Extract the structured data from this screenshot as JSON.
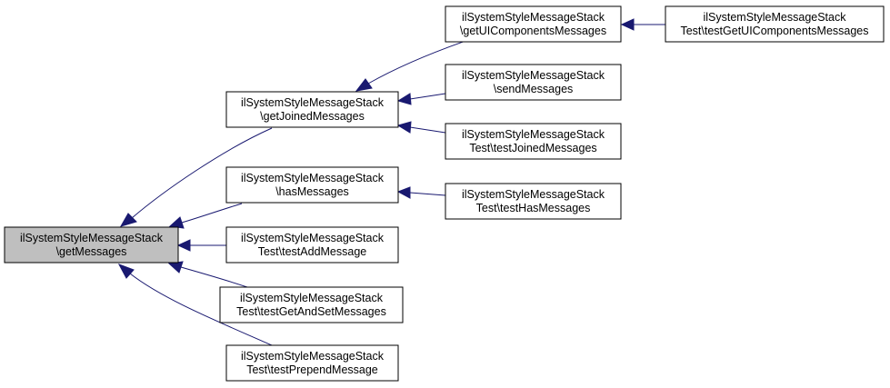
{
  "colors": {
    "root_fill": "#bfbfbf",
    "node_fill": "#ffffff",
    "node_border": "#000000",
    "edge": "#191970"
  },
  "nodes": {
    "getMessages": {
      "line1": "ilSystemStyleMessageStack",
      "line2": "\\getMessages"
    },
    "getJoinedMessages": {
      "line1": "ilSystemStyleMessageStack",
      "line2": "\\getJoinedMessages"
    },
    "hasMessages": {
      "line1": "ilSystemStyleMessageStack",
      "line2": "\\hasMessages"
    },
    "testAddMessage": {
      "line1": "ilSystemStyleMessageStack",
      "line2": "Test\\testAddMessage"
    },
    "testGetAndSetMessages": {
      "line1": "ilSystemStyleMessageStack",
      "line2": "Test\\testGetAndSetMessages"
    },
    "testPrependMessage": {
      "line1": "ilSystemStyleMessageStack",
      "line2": "Test\\testPrependMessage"
    },
    "getUIComponentsMessages": {
      "line1": "ilSystemStyleMessageStack",
      "line2": "\\getUIComponentsMessages"
    },
    "sendMessages": {
      "line1": "ilSystemStyleMessageStack",
      "line2": "\\sendMessages"
    },
    "testJoinedMessages": {
      "line1": "ilSystemStyleMessageStack",
      "line2": "Test\\testJoinedMessages"
    },
    "testHasMessages": {
      "line1": "ilSystemStyleMessageStack",
      "line2": "Test\\testHasMessages"
    },
    "testGetUIComponentsMessages": {
      "line1": "ilSystemStyleMessageStack",
      "line2": "Test\\testGetUIComponentsMessages"
    }
  },
  "edges": [
    {
      "from": "getJoinedMessages",
      "to": "getMessages"
    },
    {
      "from": "hasMessages",
      "to": "getMessages"
    },
    {
      "from": "testAddMessage",
      "to": "getMessages"
    },
    {
      "from": "testGetAndSetMessages",
      "to": "getMessages"
    },
    {
      "from": "testPrependMessage",
      "to": "getMessages"
    },
    {
      "from": "getUIComponentsMessages",
      "to": "getJoinedMessages"
    },
    {
      "from": "sendMessages",
      "to": "getJoinedMessages"
    },
    {
      "from": "testJoinedMessages",
      "to": "getJoinedMessages"
    },
    {
      "from": "testHasMessages",
      "to": "hasMessages"
    },
    {
      "from": "testGetUIComponentsMessages",
      "to": "getUIComponentsMessages"
    }
  ]
}
